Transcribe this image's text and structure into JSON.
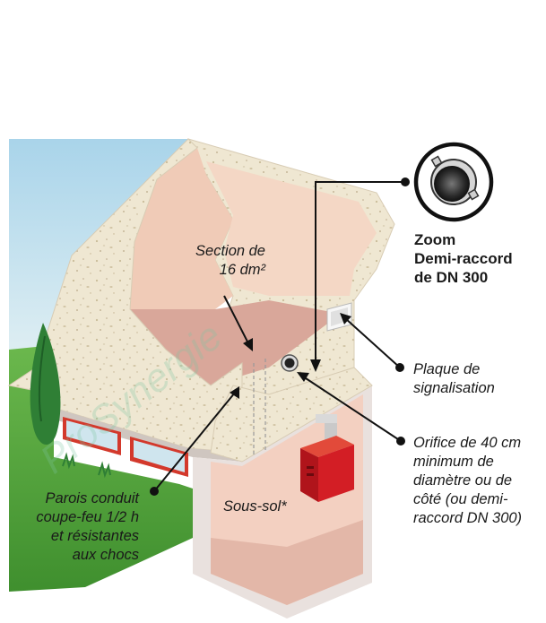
{
  "labels": {
    "section": [
      "Section de",
      "16 dm²"
    ],
    "zoom": [
      "Zoom",
      "Demi-raccord",
      "de DN 300"
    ],
    "plaque": [
      "Plaque de",
      "signalisation"
    ],
    "orifice": [
      "Orifice de 40 cm",
      "minimum de",
      "diamètre ou de",
      "côté (ou demi-",
      "raccord DN 300)"
    ],
    "parois": [
      "Parois conduit",
      "coupe-feu 1/2 h",
      "et résistantes",
      "aux chocs"
    ],
    "soussol": "Sous-sol*"
  },
  "watermark": "ProSynergie",
  "colors": {
    "sky": "#bfe0ef",
    "grass": "#5fae45",
    "wall_top": "#efe7d2",
    "wall_outer": "#eae3e0",
    "room_floor": "#d9a79a",
    "room_back": "#f0cbb7",
    "boiler": "#d31e25",
    "ink": "#1a1a1a"
  },
  "icons": [
    "zoom-connector-icon",
    "signal-plate-icon",
    "boiler-icon",
    "cypress-tree-icon",
    "pointer-dot-icon"
  ]
}
